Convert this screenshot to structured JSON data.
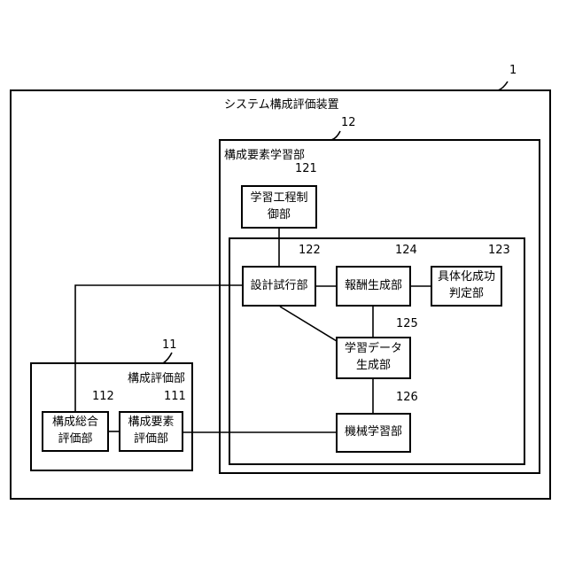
{
  "system": {
    "ref": "1",
    "title": "システム構成評価装置"
  },
  "learning_unit": {
    "ref": "12",
    "title": "構成要素学習部"
  },
  "evaluation_unit": {
    "ref": "11",
    "title": "構成評価部"
  },
  "blocks": {
    "process_control": {
      "ref": "121",
      "label": "学習工程制\n御部"
    },
    "design_trial": {
      "ref": "122",
      "label": "設計試行部"
    },
    "reward": {
      "ref": "124",
      "label": "報酬生成部"
    },
    "success_judge": {
      "ref": "123",
      "label": "具体化成功\n判定部"
    },
    "data_gen": {
      "ref": "125",
      "label": "学習データ\n生成部"
    },
    "machine_learning": {
      "ref": "126",
      "label": "機械学習部"
    },
    "overall_eval": {
      "ref": "112",
      "label": "構成総合\n評価部"
    },
    "element_eval": {
      "ref": "111",
      "label": "構成要素\n評価部"
    }
  }
}
